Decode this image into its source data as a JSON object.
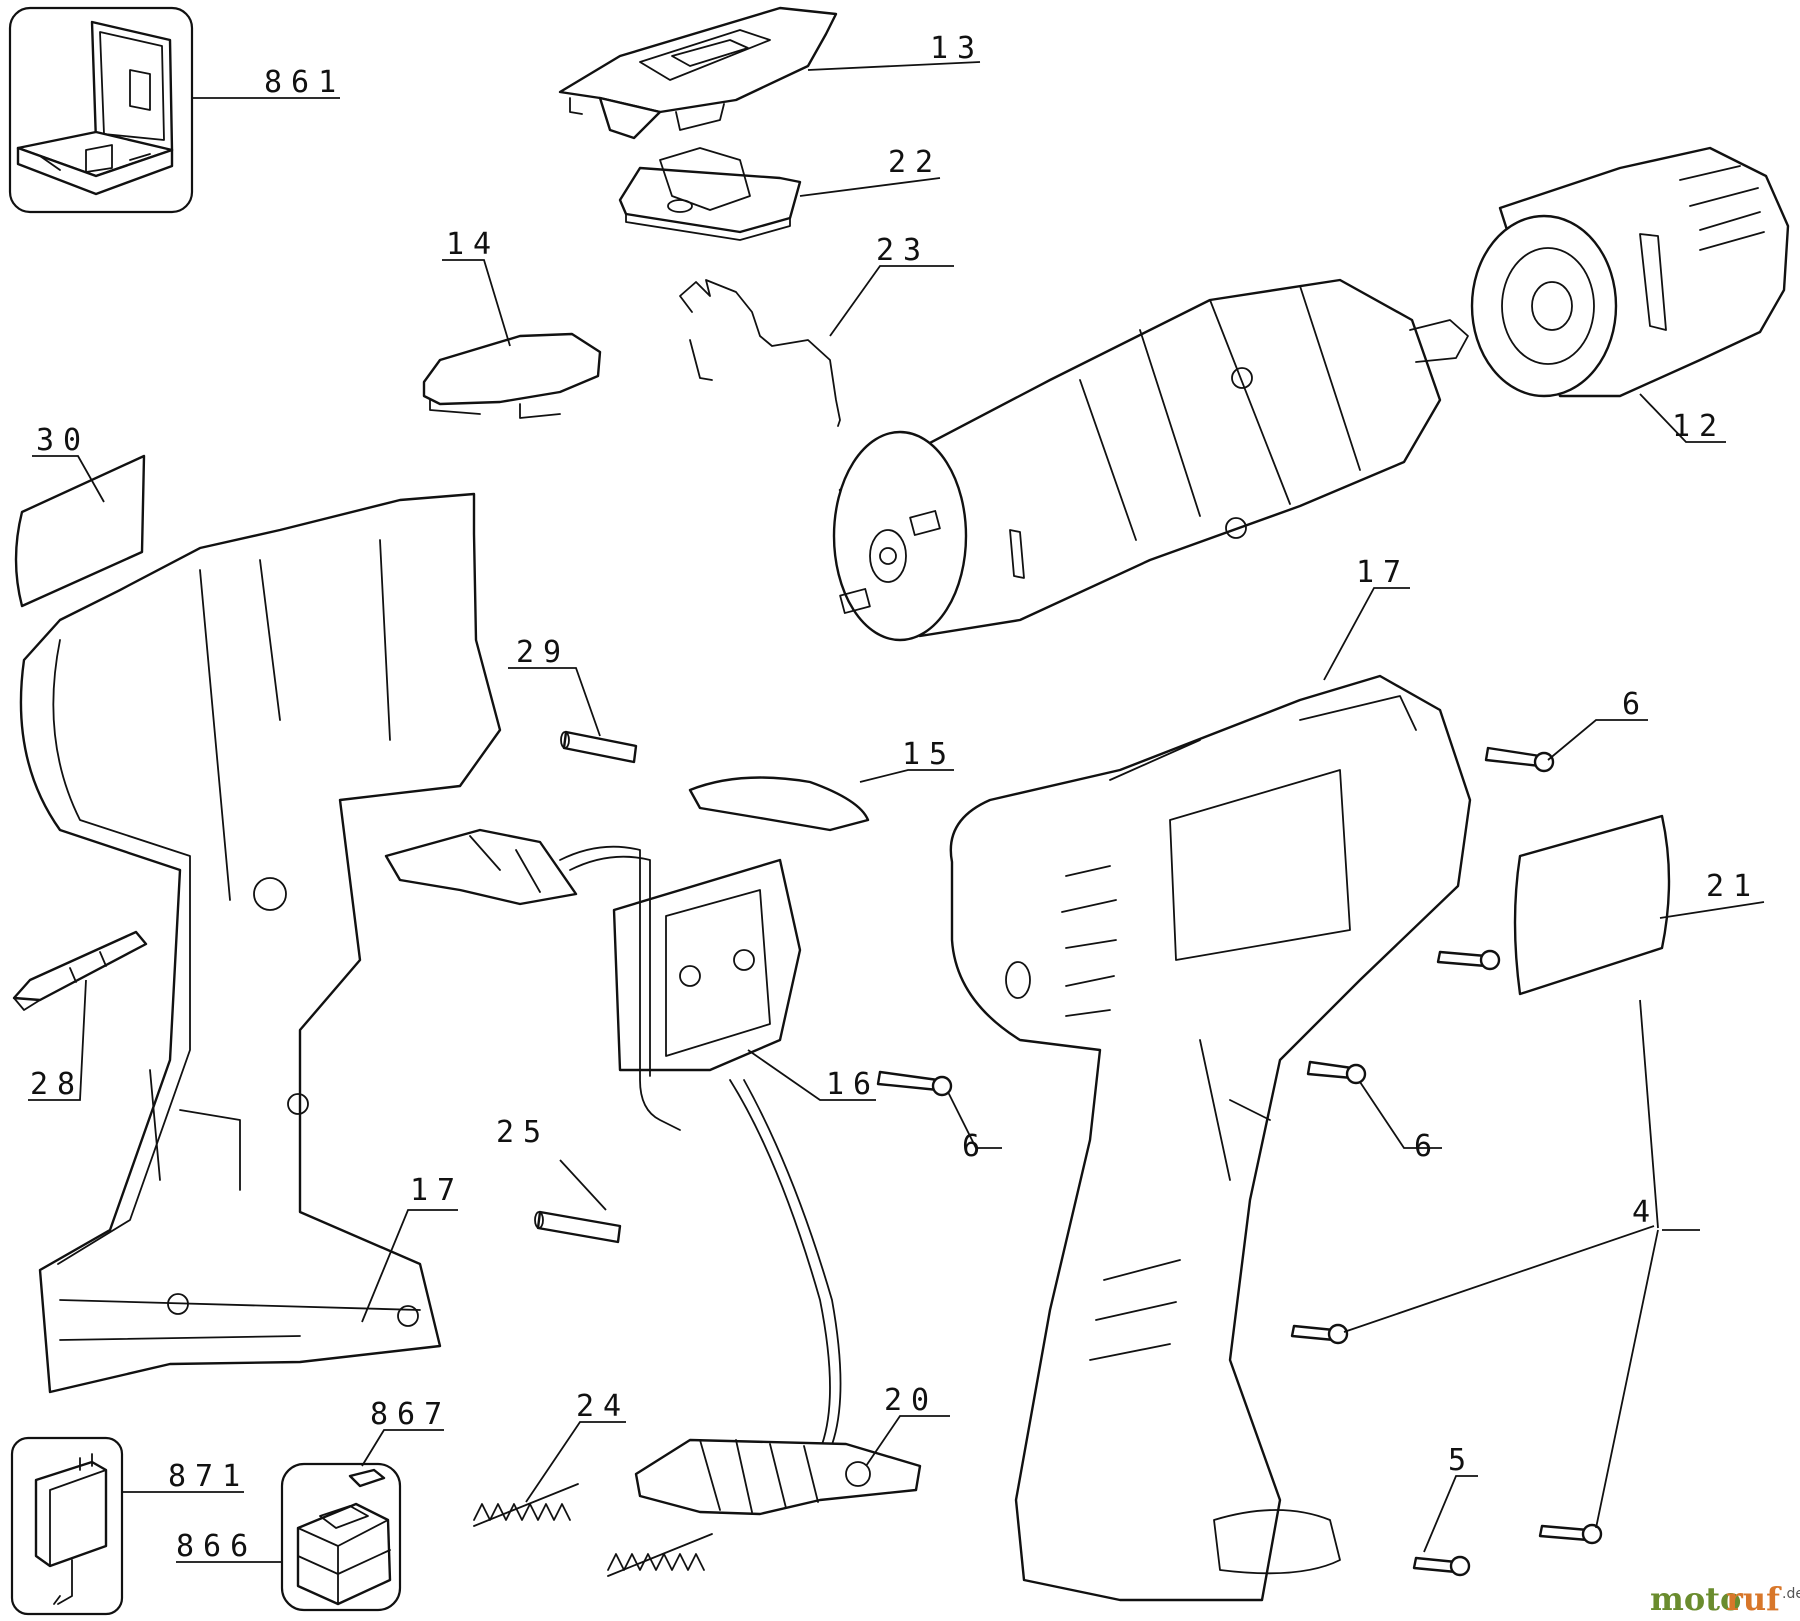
{
  "callouts": {
    "c861": "861",
    "c13": "13",
    "c22": "22",
    "c23": "23",
    "c14": "14",
    "c12": "12",
    "c30": "30",
    "c29": "29",
    "c17_top": "17",
    "c15": "15",
    "c6_a": "6",
    "c21": "21",
    "c28": "28",
    "c16": "16",
    "c6_b": "6",
    "c6_c": "6",
    "c25": "25",
    "c17_bottom": "17",
    "c4": "4",
    "c867": "867",
    "c24": "24",
    "c20": "20",
    "c871": "871",
    "c866": "866",
    "c5": "5"
  },
  "watermark": {
    "part1": "moto",
    "part2": "ruf",
    "suffix": ".de"
  }
}
